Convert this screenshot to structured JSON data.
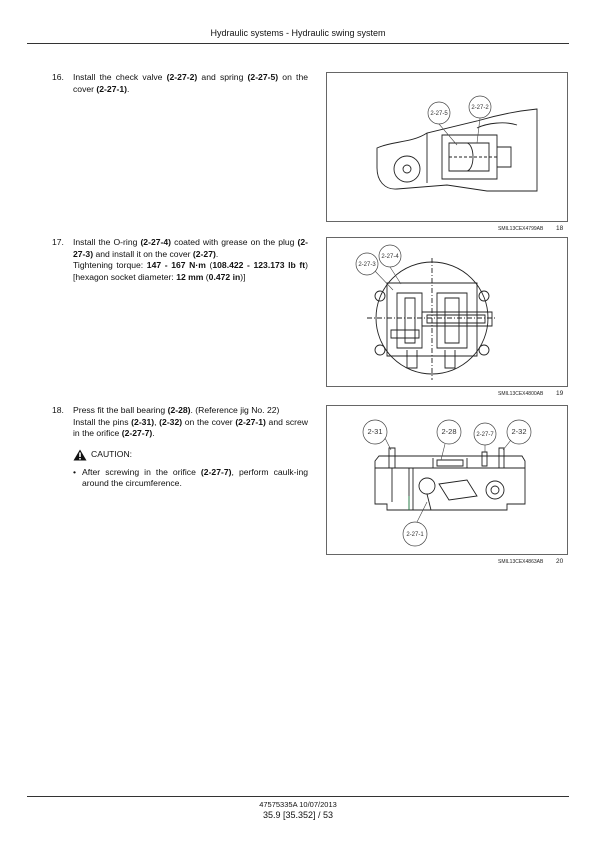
{
  "header": {
    "title": "Hydraulic systems - Hydraulic swing system"
  },
  "steps": [
    {
      "number": "16.",
      "t1": "Install the check valve ",
      "b1": "(2-27-2)",
      "t2": " and spring ",
      "b2": "(2-27-5)",
      "t3": " on the cover ",
      "b3": "(2-27-1)",
      "t4": "."
    },
    {
      "number": "17.",
      "t1": "Install the O-ring ",
      "b1": "(2-27-4)",
      "t2": " coated with grease on the plug ",
      "b2": "(2-27-3)",
      "t3": " and install it on the cover ",
      "b3": "(2-27)",
      "t4": ".",
      "torque": {
        "prefix": "Tightening torque: ",
        "value1": "147 - 167 N·m",
        "mid1": " (",
        "value2": "108.422 - 123.173 lb ft",
        "mid2": ") [hexagon socket diameter: ",
        "value3": "12 mm",
        "mid3": " (",
        "value4": "0.472 in",
        "suffix": ")]"
      }
    },
    {
      "number": "18.",
      "t1": "Press fit the ball bearing ",
      "b1": "(2-28)",
      "t2": ". (Reference jig No. 22)",
      "line2": {
        "t1": "Install the pins ",
        "b1": "(2-31)",
        "t2": ", ",
        "b2": "(2-32)",
        "t3": " on the cover ",
        "b3": "(2-27-1)",
        "t4": " and screw in the orifice ",
        "b4": "(2-27-7)",
        "t5": "."
      },
      "caution": "CAUTION:",
      "bullet": {
        "t1": "After screwing in the orifice ",
        "b1": "(2-27-7)",
        "t2": ", perform caulk-ing around the circumference."
      }
    }
  ],
  "figures": [
    {
      "caption": "SMIL13CEX4799AB",
      "number": "18",
      "labels": [
        "2-27-5",
        "2-27-2"
      ]
    },
    {
      "caption": "SMIL13CEX4800AB",
      "number": "19",
      "labels": [
        "2-27-4",
        "2-27-3"
      ]
    },
    {
      "caption": "SMIL13CEX4863AB",
      "number": "20",
      "labels": [
        "2-31",
        "2-28",
        "2-27-7",
        "2-32",
        "2-27-1"
      ]
    }
  ],
  "footer": {
    "doc": "47575335A 10/07/2013",
    "page": "35.9 [35.352] / 53"
  },
  "colors": {
    "line": "#222222",
    "rule": "#333333"
  }
}
